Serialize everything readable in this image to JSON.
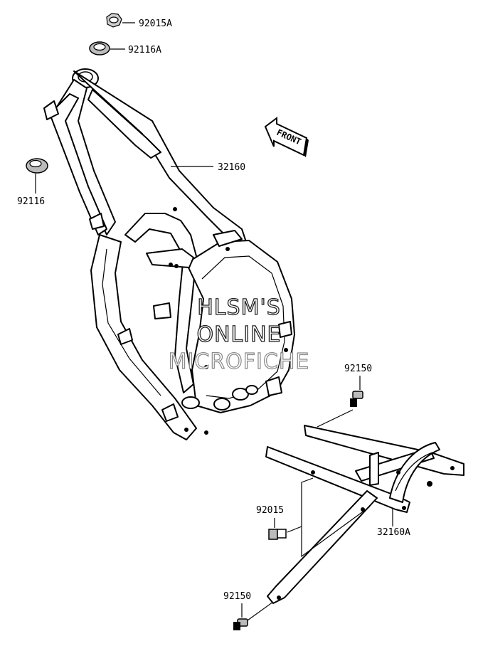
{
  "parts": {
    "nut_top": "92015A",
    "seal_top": "92116A",
    "frame": "32160",
    "seal_left": "92116",
    "bolt_right": "92150",
    "subframe": "32160A",
    "bolt_mid": "92015",
    "bolt_bottom": "92150"
  },
  "direction_label": "FRONT",
  "watermark": {
    "line1": "HLSM'S",
    "line2": "ONLINE",
    "line3": "MICROFICHE"
  }
}
